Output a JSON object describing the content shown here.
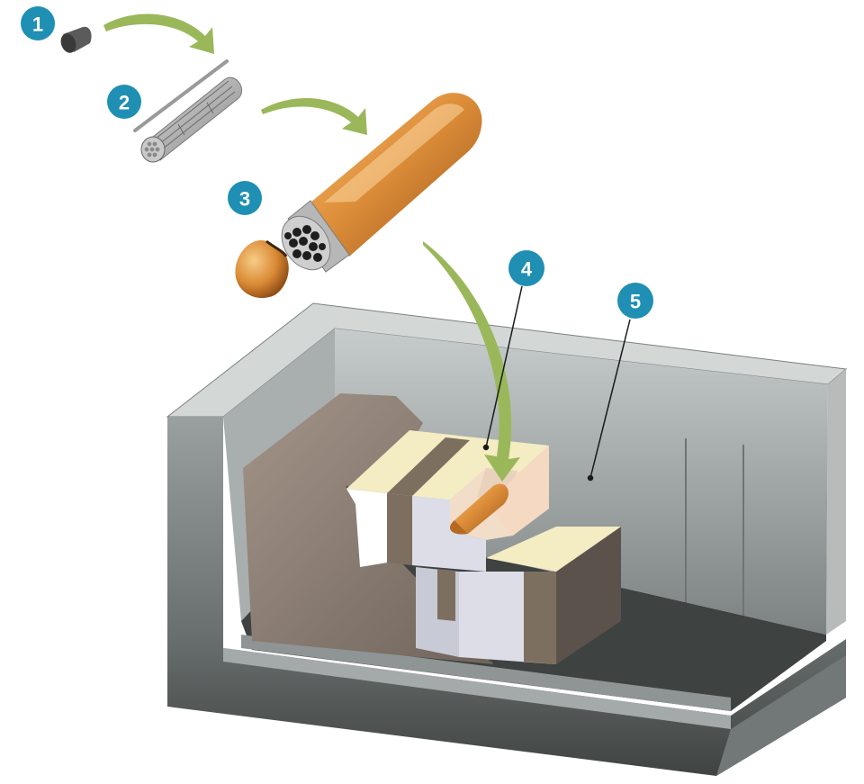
{
  "colors": {
    "badge": "#1f8fb3",
    "badge_text": "#ffffff",
    "arrow": "#9ab85a",
    "copper": "#d88a32",
    "bentonite": "#f4ecc2",
    "rock": "#8a7c72",
    "vault": "#7e8585"
  },
  "steps": [
    {
      "label": "1",
      "item": "fuel-pellet"
    },
    {
      "label": "2",
      "item": "fuel-bundle"
    },
    {
      "label": "3",
      "item": "copper-container"
    },
    {
      "label": "4",
      "item": "placement-room"
    },
    {
      "label": "5",
      "item": "repository"
    }
  ]
}
